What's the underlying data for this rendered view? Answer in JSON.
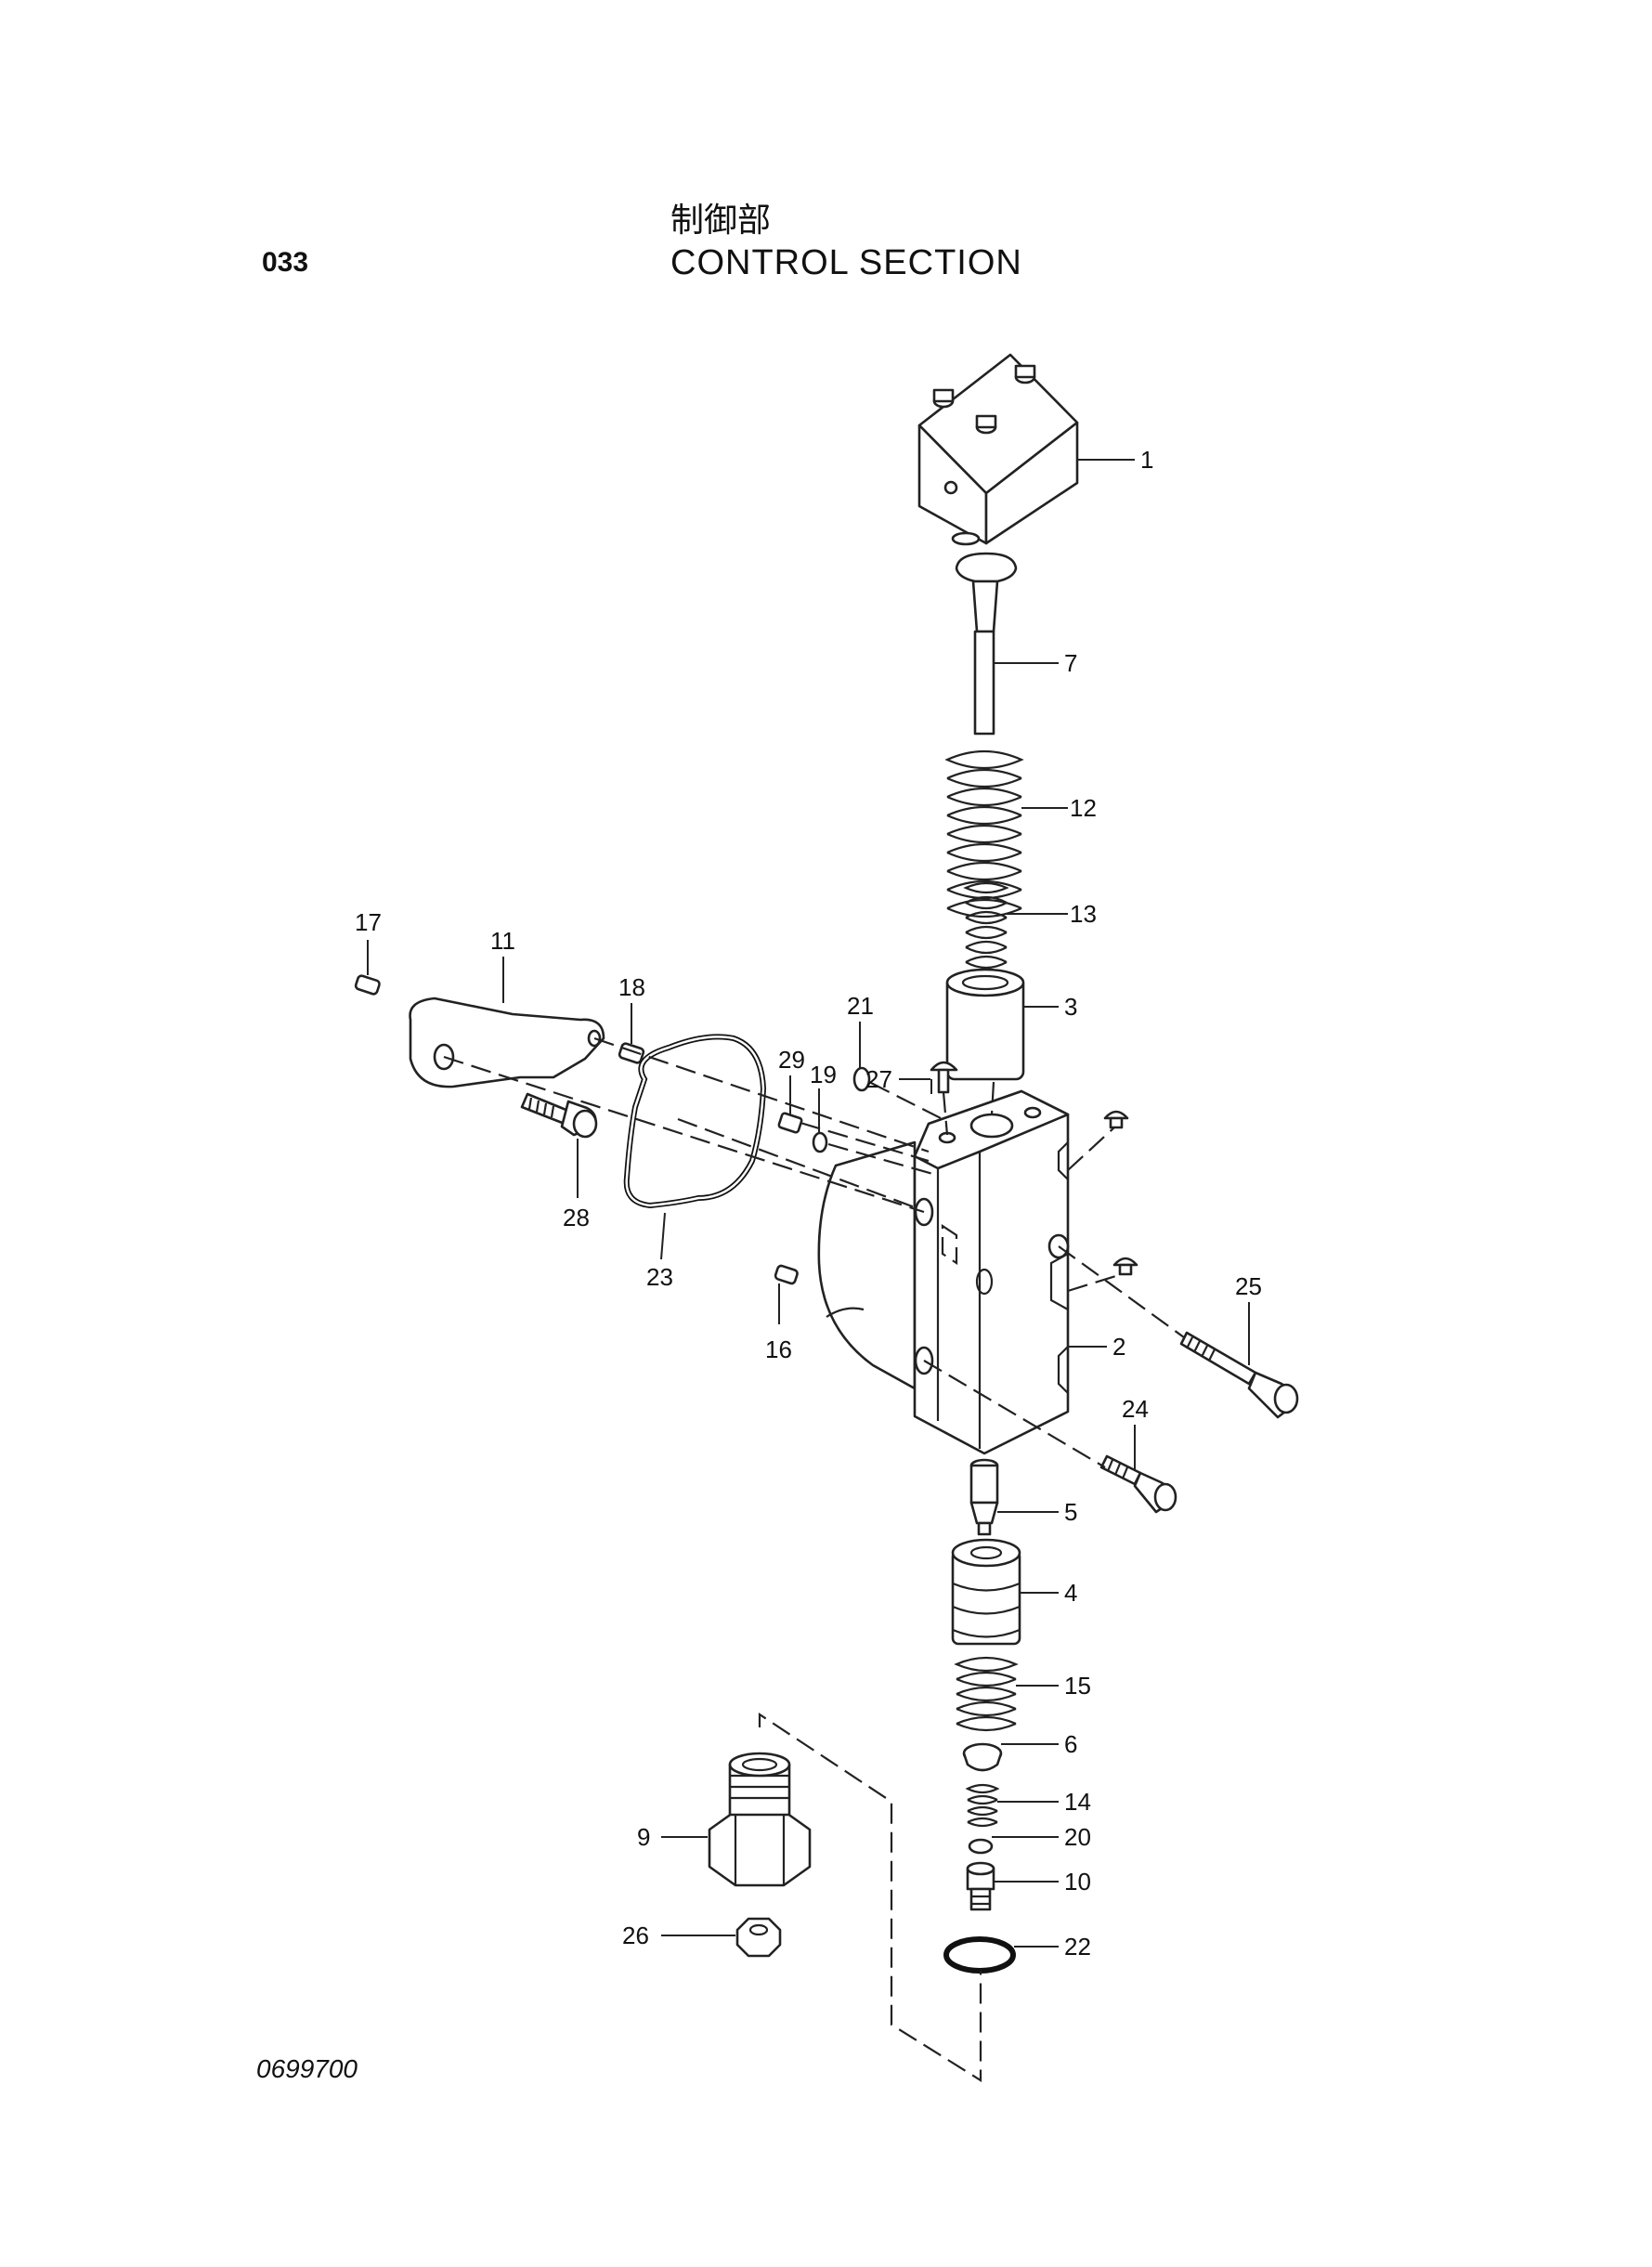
{
  "header": {
    "page_number": "033",
    "title_japanese": "制御部",
    "title_english": "CONTROL  SECTION"
  },
  "footer": {
    "drawing_number": "0699700"
  },
  "callouts": [
    {
      "id": "c1",
      "label": "1"
    },
    {
      "id": "c2",
      "label": "2"
    },
    {
      "id": "c3",
      "label": "3"
    },
    {
      "id": "c4",
      "label": "4"
    },
    {
      "id": "c5",
      "label": "5"
    },
    {
      "id": "c6",
      "label": "6"
    },
    {
      "id": "c7",
      "label": "7"
    },
    {
      "id": "c9",
      "label": "9"
    },
    {
      "id": "c10",
      "label": "10"
    },
    {
      "id": "c11",
      "label": "11"
    },
    {
      "id": "c12",
      "label": "12"
    },
    {
      "id": "c13",
      "label": "13"
    },
    {
      "id": "c14",
      "label": "14"
    },
    {
      "id": "c15",
      "label": "15"
    },
    {
      "id": "c16",
      "label": "16"
    },
    {
      "id": "c17",
      "label": "17"
    },
    {
      "id": "c18",
      "label": "18"
    },
    {
      "id": "c19",
      "label": "19"
    },
    {
      "id": "c20",
      "label": "20"
    },
    {
      "id": "c21",
      "label": "21"
    },
    {
      "id": "c22",
      "label": "22"
    },
    {
      "id": "c23",
      "label": "23"
    },
    {
      "id": "c24",
      "label": "24"
    },
    {
      "id": "c25",
      "label": "25"
    },
    {
      "id": "c26",
      "label": "26"
    },
    {
      "id": "c27",
      "label": "27"
    },
    {
      "id": "c28",
      "label": "28"
    },
    {
      "id": "c29",
      "label": "29"
    }
  ]
}
